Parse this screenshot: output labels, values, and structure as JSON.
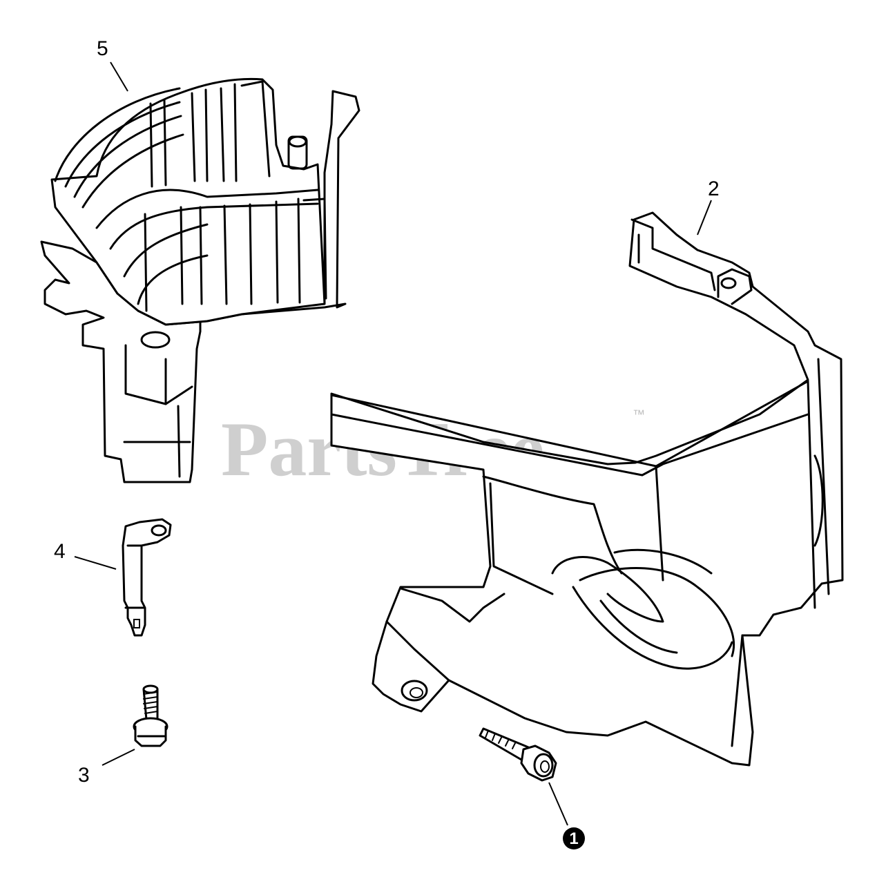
{
  "watermark": {
    "text": "PartsTree",
    "trademark": "™",
    "color": "#cfcfcf"
  },
  "callouts": [
    {
      "id": "5",
      "label": "5",
      "style": "plain"
    },
    {
      "id": "2",
      "label": "2",
      "style": "plain"
    },
    {
      "id": "4",
      "label": "4",
      "style": "plain"
    },
    {
      "id": "3",
      "label": "3",
      "style": "plain"
    },
    {
      "id": "1",
      "label": "1",
      "style": "filled-circle"
    }
  ]
}
